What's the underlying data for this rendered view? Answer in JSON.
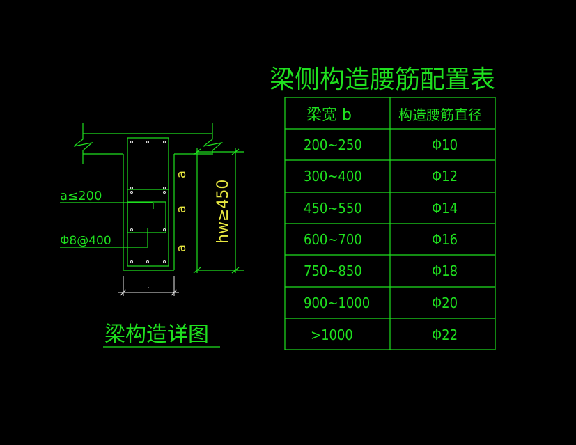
{
  "table": {
    "title": "梁侧构造腰筋配置表",
    "headers": [
      "梁宽 b",
      "构造腰筋直径"
    ],
    "rows": [
      [
        "200~250",
        "Φ10"
      ],
      [
        "300~400",
        "Φ12"
      ],
      [
        "450~550",
        "Φ14"
      ],
      [
        "600~700",
        "Φ16"
      ],
      [
        "750~850",
        "Φ18"
      ],
      [
        "900~1000",
        "Φ20"
      ],
      [
        ">1000",
        "Φ22"
      ]
    ]
  },
  "detail": {
    "title": "梁构造详图",
    "spacing_label": "a≤200",
    "rebar_label": "Φ8@400",
    "height_label": "hw≥450",
    "spacing_marks": [
      "a",
      "a",
      "a"
    ]
  },
  "colors": {
    "background": "#000000",
    "lines": "#1fe01f",
    "text": "#1fe01f",
    "rebar": "#e8e8e8",
    "dimension": "#e8e840"
  }
}
